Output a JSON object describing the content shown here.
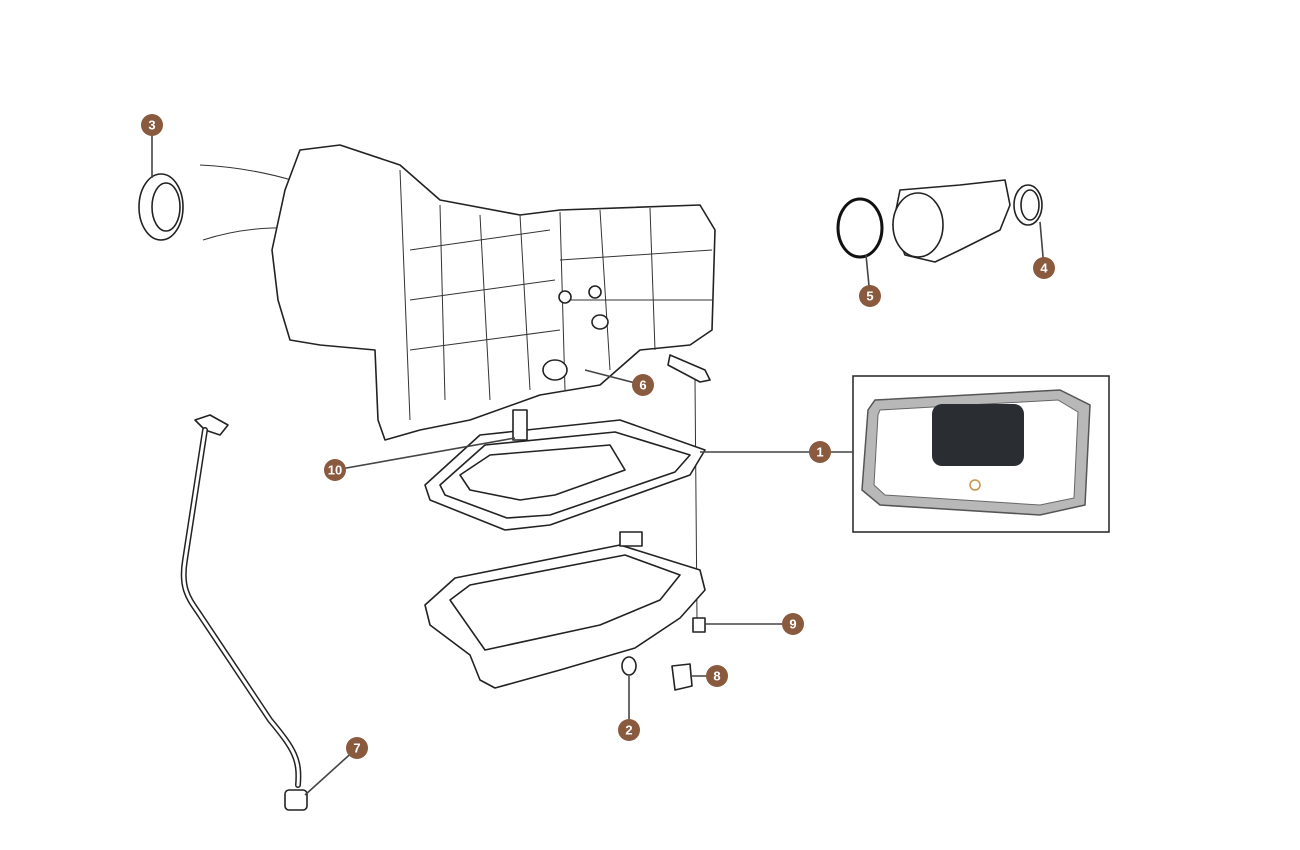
{
  "diagram": {
    "accent_color": "#8a5a3e",
    "callouts": [
      {
        "label": "1",
        "part": "filter-and-gasket-kit"
      },
      {
        "label": "2",
        "part": "drain-plug-washer"
      },
      {
        "label": "3",
        "part": "front-seal"
      },
      {
        "label": "4",
        "part": "rear-seal"
      },
      {
        "label": "5",
        "part": "extension-housing-o-ring"
      },
      {
        "label": "6",
        "part": "line-fitting"
      },
      {
        "label": "7",
        "part": "dipstick-tube-seal"
      },
      {
        "label": "8",
        "part": "drain-plug"
      },
      {
        "label": "9",
        "part": "pan-bolt"
      },
      {
        "label": "10",
        "part": "filter-seal"
      }
    ]
  }
}
